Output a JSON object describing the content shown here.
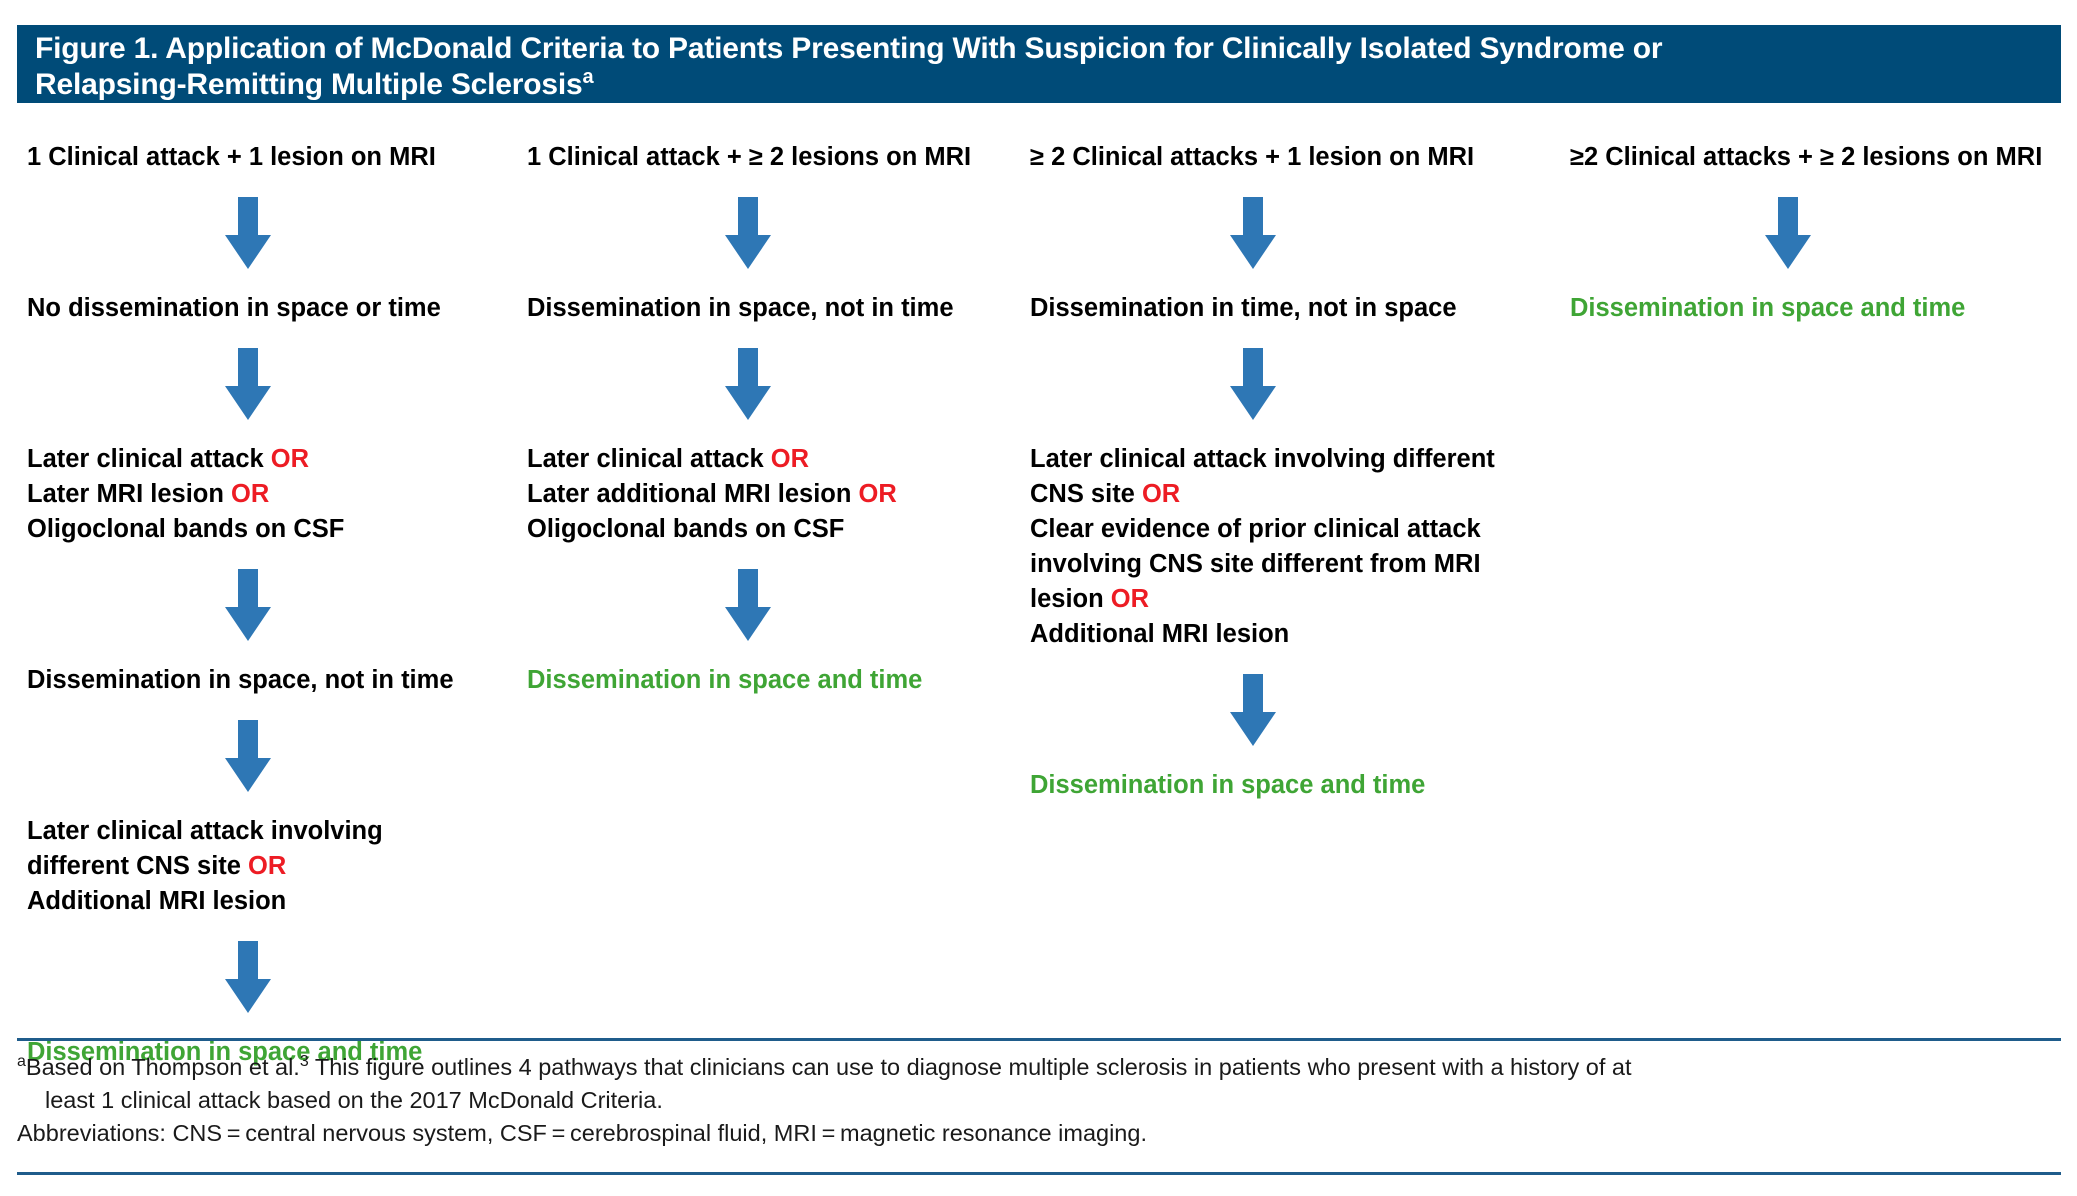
{
  "figure": {
    "title_line1": "Figure 1. Application of McDonald Criteria to Patients Presenting With Suspicion for Clinically Isolated Syndrome or",
    "title_line2": "Relapsing-Remitting Multiple Sclerosis",
    "title_superscript": "a",
    "header_color": "#004B78",
    "arrow_color": "#2E77B5",
    "or_color": "#ED1C24",
    "outcome_color": "#3FA535",
    "rule_color": "#1F5C8B"
  },
  "columns": [
    {
      "id": "col1",
      "nodes": [
        {
          "kind": "text",
          "color": "black",
          "lines": [
            {
              "segments": [
                {
                  "t": "1 Clinical attack + 1 lesion on MRI",
                  "c": "black"
                }
              ]
            }
          ]
        },
        {
          "kind": "arrow"
        },
        {
          "kind": "text",
          "color": "black",
          "lines": [
            {
              "segments": [
                {
                  "t": "No dissemination in space or time",
                  "c": "black"
                }
              ]
            }
          ]
        },
        {
          "kind": "arrow"
        },
        {
          "kind": "text",
          "color": "black",
          "lines": [
            {
              "segments": [
                {
                  "t": "Later clinical attack ",
                  "c": "black"
                },
                {
                  "t": "OR",
                  "c": "or"
                }
              ]
            },
            {
              "segments": [
                {
                  "t": "Later MRI lesion ",
                  "c": "black"
                },
                {
                  "t": "OR",
                  "c": "or"
                }
              ]
            },
            {
              "segments": [
                {
                  "t": "Oligoclonal bands on CSF",
                  "c": "black"
                }
              ]
            }
          ]
        },
        {
          "kind": "arrow"
        },
        {
          "kind": "text",
          "color": "black",
          "lines": [
            {
              "segments": [
                {
                  "t": "Dissemination in space, not in time",
                  "c": "black"
                }
              ]
            }
          ]
        },
        {
          "kind": "arrow"
        },
        {
          "kind": "text",
          "color": "black",
          "lines": [
            {
              "segments": [
                {
                  "t": "Later clinical attack involving",
                  "c": "black"
                }
              ]
            },
            {
              "segments": [
                {
                  "t": "different CNS site ",
                  "c": "black"
                },
                {
                  "t": "OR",
                  "c": "or"
                }
              ]
            },
            {
              "segments": [
                {
                  "t": "Additional MRI lesion",
                  "c": "black"
                }
              ]
            }
          ]
        },
        {
          "kind": "arrow"
        },
        {
          "kind": "text",
          "color": "green",
          "lines": [
            {
              "segments": [
                {
                  "t": "Dissemination in space and time",
                  "c": "green"
                }
              ]
            }
          ]
        }
      ]
    },
    {
      "id": "col2",
      "nodes": [
        {
          "kind": "text",
          "color": "black",
          "lines": [
            {
              "segments": [
                {
                  "t": "1 Clinical attack + ≥ 2 lesions on MRI",
                  "c": "black"
                }
              ]
            }
          ]
        },
        {
          "kind": "arrow"
        },
        {
          "kind": "text",
          "color": "black",
          "lines": [
            {
              "segments": [
                {
                  "t": "Dissemination in space, not in time",
                  "c": "black"
                }
              ]
            }
          ]
        },
        {
          "kind": "arrow"
        },
        {
          "kind": "text",
          "color": "black",
          "lines": [
            {
              "segments": [
                {
                  "t": "Later clinical attack ",
                  "c": "black"
                },
                {
                  "t": "OR",
                  "c": "or"
                }
              ]
            },
            {
              "segments": [
                {
                  "t": "Later additional MRI lesion ",
                  "c": "black"
                },
                {
                  "t": "OR",
                  "c": "or"
                }
              ]
            },
            {
              "segments": [
                {
                  "t": "Oligoclonal bands on CSF",
                  "c": "black"
                }
              ]
            }
          ]
        },
        {
          "kind": "arrow"
        },
        {
          "kind": "text",
          "color": "green",
          "lines": [
            {
              "segments": [
                {
                  "t": "Dissemination in space and time",
                  "c": "green"
                }
              ]
            }
          ]
        }
      ]
    },
    {
      "id": "col3",
      "nodes": [
        {
          "kind": "text",
          "color": "black",
          "lines": [
            {
              "segments": [
                {
                  "t": "≥ 2 Clinical attacks + 1 lesion on MRI",
                  "c": "black"
                }
              ]
            }
          ]
        },
        {
          "kind": "arrow"
        },
        {
          "kind": "text",
          "color": "black",
          "lines": [
            {
              "segments": [
                {
                  "t": "Dissemination in time, not in space",
                  "c": "black"
                }
              ]
            }
          ]
        },
        {
          "kind": "arrow"
        },
        {
          "kind": "text",
          "color": "black",
          "lines": [
            {
              "segments": [
                {
                  "t": "Later clinical attack involving different",
                  "c": "black"
                }
              ]
            },
            {
              "segments": [
                {
                  "t": "CNS site ",
                  "c": "black"
                },
                {
                  "t": "OR",
                  "c": "or"
                }
              ]
            },
            {
              "segments": [
                {
                  "t": "Clear evidence of prior clinical attack",
                  "c": "black"
                }
              ]
            },
            {
              "segments": [
                {
                  "t": "involving CNS site different from MRI",
                  "c": "black"
                }
              ]
            },
            {
              "segments": [
                {
                  "t": "lesion ",
                  "c": "black"
                },
                {
                  "t": "OR",
                  "c": "or"
                }
              ]
            },
            {
              "segments": [
                {
                  "t": "Additional MRI lesion",
                  "c": "black"
                }
              ]
            }
          ]
        },
        {
          "kind": "arrow"
        },
        {
          "kind": "text",
          "color": "green",
          "lines": [
            {
              "segments": [
                {
                  "t": "Dissemination in space and time",
                  "c": "green"
                }
              ]
            }
          ]
        }
      ]
    },
    {
      "id": "col4",
      "nodes": [
        {
          "kind": "text",
          "color": "black",
          "lines": [
            {
              "segments": [
                {
                  "t": "≥2 Clinical attacks + ≥ 2 lesions on MRI",
                  "c": "black"
                }
              ]
            }
          ]
        },
        {
          "kind": "arrow"
        },
        {
          "kind": "text",
          "color": "green",
          "lines": [
            {
              "segments": [
                {
                  "t": "Dissemination in space and time",
                  "c": "green"
                }
              ]
            }
          ]
        }
      ]
    }
  ],
  "footnote": {
    "superscript": "a",
    "line1": "Based on Thompson et al.",
    "line1_ref": "3",
    "line1_rest": " This figure outlines 4 pathways that clinicians can use to diagnose multiple sclerosis in patients who present with a history of at",
    "line2": "least 1 clinical attack based on the 2017 McDonald Criteria.",
    "line3": "Abbreviations: CNS = central nervous system, CSF = cerebrospinal fluid, MRI = magnetic resonance imaging."
  }
}
